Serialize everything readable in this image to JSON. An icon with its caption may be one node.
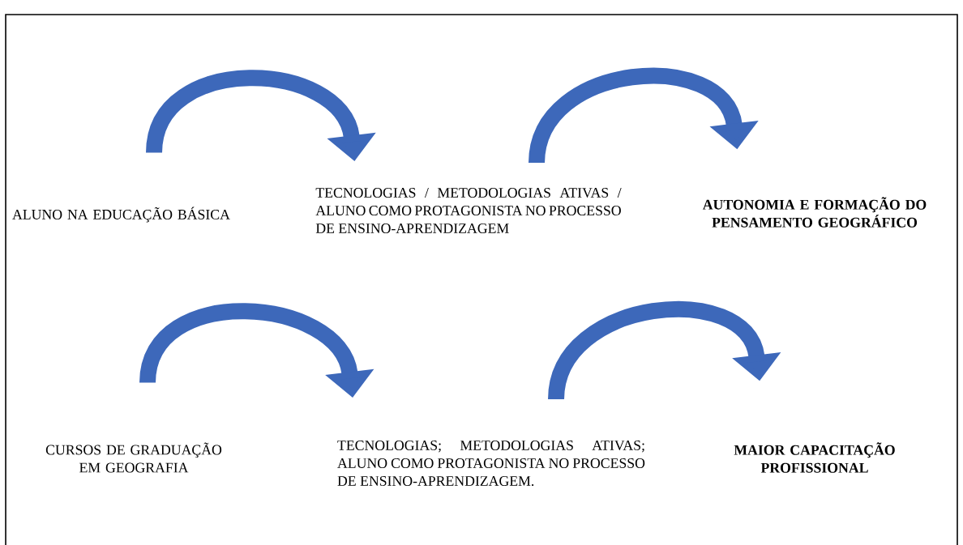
{
  "diagram": {
    "nodes": [
      {
        "text": [
          "ALUNO NA EDUCAÇÃO BÁSICA"
        ]
      },
      {
        "text": [
          "TECNOLOGIAS / METODOLOGIAS ATIVAS / ALUNO COMO PROTAGONISTA NO PROCESSO DE ENSINO-APRENDIZAGEM"
        ]
      },
      {
        "text": [
          "AUTONOMIA E FORMAÇÃO DO PENSAMENTO GEOGRÁFICO"
        ]
      },
      {
        "text": [
          "CURSOS DE GRADUAÇÃO EM GEOGRAFIA"
        ]
      },
      {
        "text": [
          "TECNOLOGIAS; METODOLOGIAS ATIVAS; ALUNO COMO PROTAGONISTA NO PROCESSO DE ENSINO-APRENDIZAGEM."
        ]
      },
      {
        "text": [
          "MAIOR CAPACITAÇÃO PROFISSIONAL"
        ]
      }
    ],
    "edges": [
      {
        "from": 0,
        "to": 1,
        "arrow": "to"
      },
      {
        "from": 1,
        "to": 2,
        "arrow": "to"
      },
      {
        "from": 3,
        "to": 4,
        "arrow": "to"
      },
      {
        "from": 4,
        "to": 5,
        "arrow": "to"
      }
    ]
  }
}
